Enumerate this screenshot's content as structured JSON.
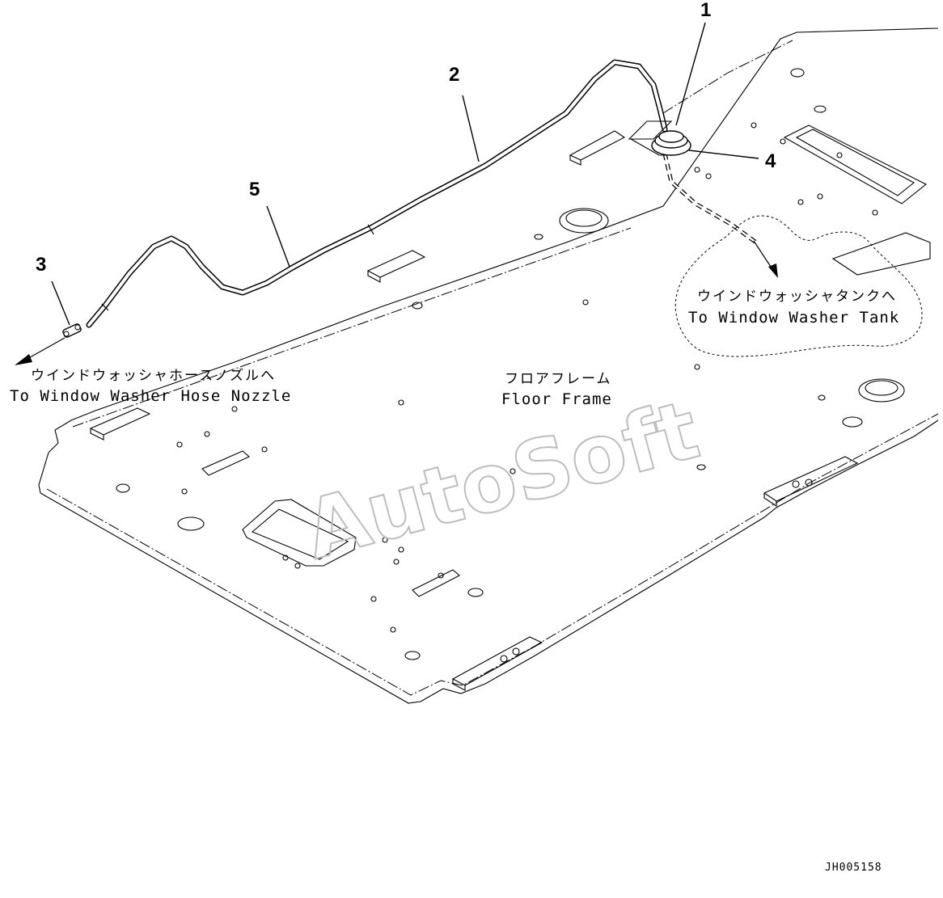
{
  "diagram": {
    "callouts": [
      {
        "id": "1",
        "text": "1"
      },
      {
        "id": "2",
        "text": "2"
      },
      {
        "id": "3",
        "text": "3"
      },
      {
        "id": "4",
        "text": "4"
      },
      {
        "id": "5",
        "text": "5"
      }
    ],
    "notes": {
      "nozzle_jp": "ウインドウォッシャホースノズルへ",
      "nozzle_en": "To Window Washer Hose Nozzle",
      "tank_jp": "ウインドウォッシャタンクへ",
      "tank_en": "To Window Washer Tank",
      "floor_jp": "フロアフレーム",
      "floor_en": "Floor Frame"
    },
    "watermark": "AutoSoft",
    "drawing_code": "JH005158"
  }
}
